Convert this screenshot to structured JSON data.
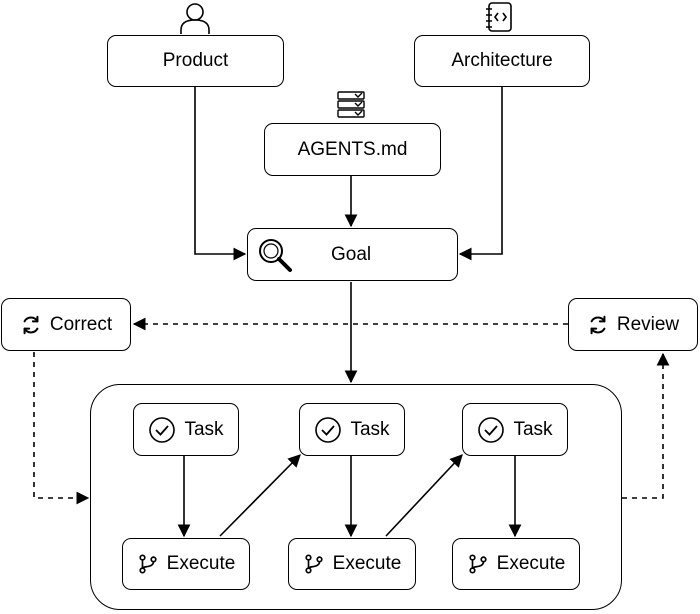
{
  "nodes": {
    "product": "Product",
    "architecture": "Architecture",
    "agents": "AGENTS.md",
    "goal": "Goal",
    "correct": "Correct",
    "review": "Review",
    "task_1": "Task",
    "task_2": "Task",
    "task_3": "Task",
    "execute_1": "Execute",
    "execute_2": "Execute",
    "execute_3": "Execute"
  },
  "icons": {
    "product": "person-icon",
    "architecture": "code-notebook-icon",
    "agents": "server-stack-icon",
    "goal": "magnifier-icon",
    "correct": "refresh-icon",
    "review": "refresh-icon",
    "task": "check-circle-icon",
    "execute": "git-branch-icon"
  },
  "colors": {
    "stroke": "#000000",
    "background": "#ffffff"
  }
}
